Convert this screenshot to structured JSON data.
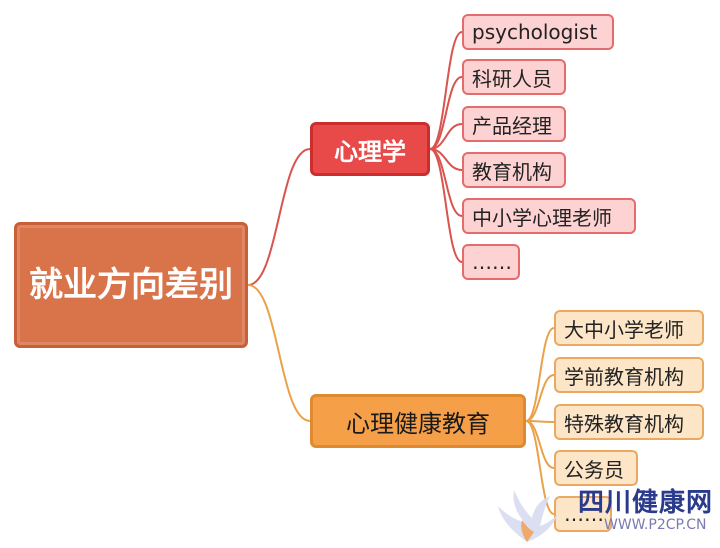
{
  "root": {
    "label": "就业方向差别"
  },
  "branches": [
    {
      "label": "心理学",
      "items": [
        "psychologist",
        "科研人员",
        "产品经理",
        "教育机构",
        "中小学心理老师",
        "……"
      ]
    },
    {
      "label": "心理健康教育",
      "items": [
        "大中小学老师",
        "学前教育机构",
        "特殊教育机构",
        "公务员",
        "……"
      ]
    }
  ],
  "colors": {
    "root": "#d9734a",
    "branch1": "#e84a4a",
    "branch1_line": "#d9534f",
    "branch2": "#f5a048",
    "branch2_line": "#eaa24a"
  },
  "watermark": {
    "title": "四川健康网",
    "url": "WWW.P2CP.CN",
    "logo_icon": "phoenix-logo-icon"
  }
}
